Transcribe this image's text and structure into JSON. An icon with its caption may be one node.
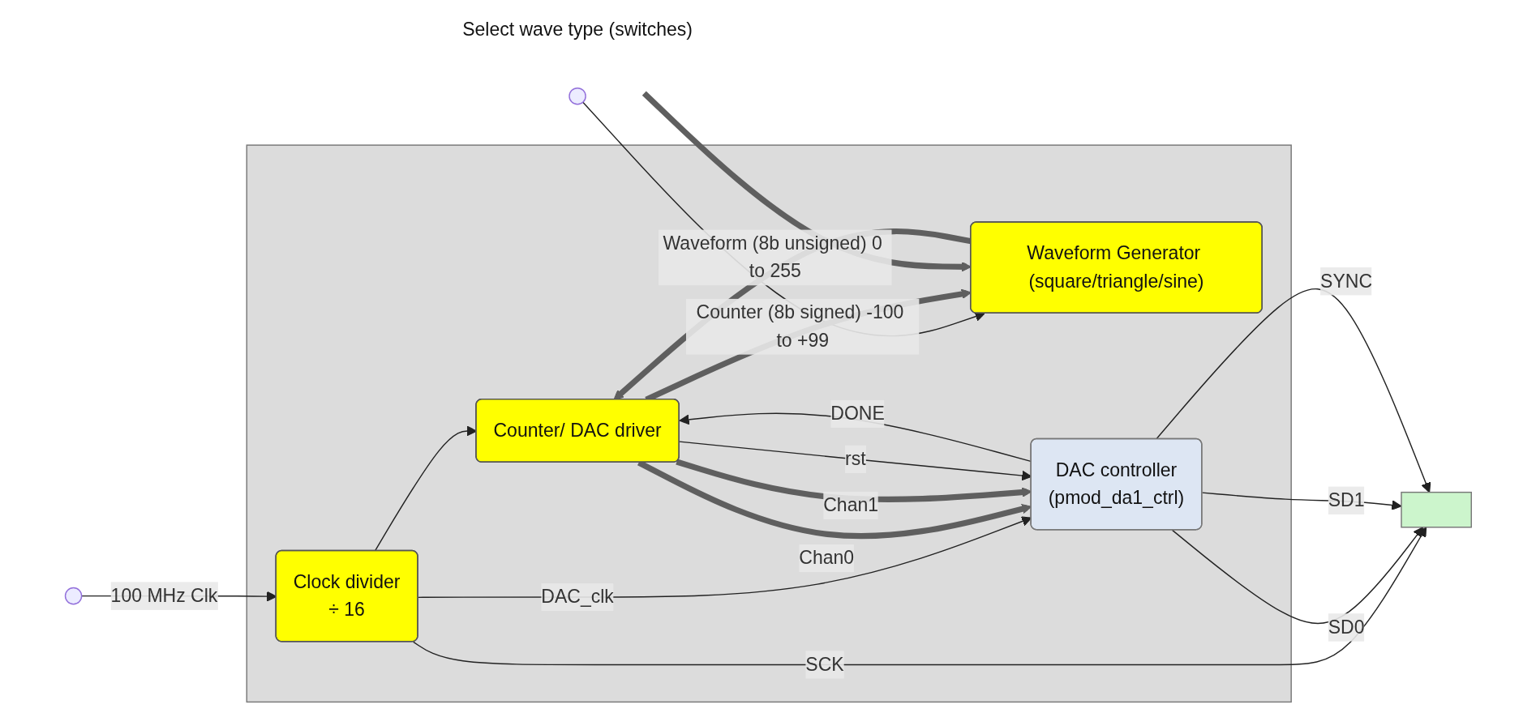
{
  "diagram": {
    "nodes": [
      {
        "text": [],
        "shape": "box"
      },
      {
        "text": [
          "Clock divider",
          "÷ 16"
        ],
        "in": 0
      },
      {
        "text": [
          "Waveform Generator (square/triangle/sine)"
        ],
        "in": 0
      },
      {
        "text": [
          "Counter/ DAC driver"
        ],
        "in": 0
      },
      {
        "text": [
          "DAC controller",
          "(pmod_da1_ctrl)"
        ],
        "in": 0
      },
      {
        "text": [],
        "shape": "box"
      },
      {
        "text": [
          "Select wave type (switches)"
        ]
      }
    ],
    "edges": [
      {
        "from": null,
        "to": 1,
        "arrow": "to",
        "label": "100 MHz Clk"
      },
      {
        "from": null,
        "to": 2,
        "arrow": "to"
      },
      {
        "from": 1,
        "to": 3,
        "arrow": "to"
      },
      {
        "from": 1,
        "to": 4,
        "arrow": "to",
        "label": "DAC_clk"
      },
      {
        "from": 1,
        "to": 5,
        "arrow": "to",
        "label": "SCK"
      },
      {
        "from": 2,
        "to": 3,
        "arrow": "to",
        "label": "Waveform (8b unsigned) 0 to 255",
        "style": "thick",
        "color": "#5f5f5f"
      },
      {
        "from": 3,
        "to": 2,
        "arrow": "to",
        "label": "Counter (8b signed) -100 to +99",
        "style": "thick",
        "color": "#5f5f5f"
      },
      {
        "from": 3,
        "to": 4,
        "arrow": "to",
        "label": "Chan0",
        "style": "thick",
        "color": "#5f5f5f"
      },
      {
        "from": 3,
        "to": 4,
        "arrow": "to",
        "label": "Chan1",
        "style": "thick",
        "color": "#5f5f5f"
      },
      {
        "from": 3,
        "to": 4,
        "arrow": "to",
        "label": "rst"
      },
      {
        "from": 4,
        "to": 3,
        "arrow": "to",
        "label": "DONE"
      },
      {
        "from": 4,
        "to": 5,
        "arrow": "to",
        "label": "SD0"
      },
      {
        "from": 4,
        "to": 5,
        "arrow": "to",
        "label": "SD1"
      },
      {
        "from": 4,
        "to": 5,
        "arrow": "to",
        "label": "SYNC"
      },
      {
        "from": 6,
        "to": 2,
        "arrow": "to",
        "style": "thick",
        "color": "#5f5f5f"
      }
    ]
  }
}
